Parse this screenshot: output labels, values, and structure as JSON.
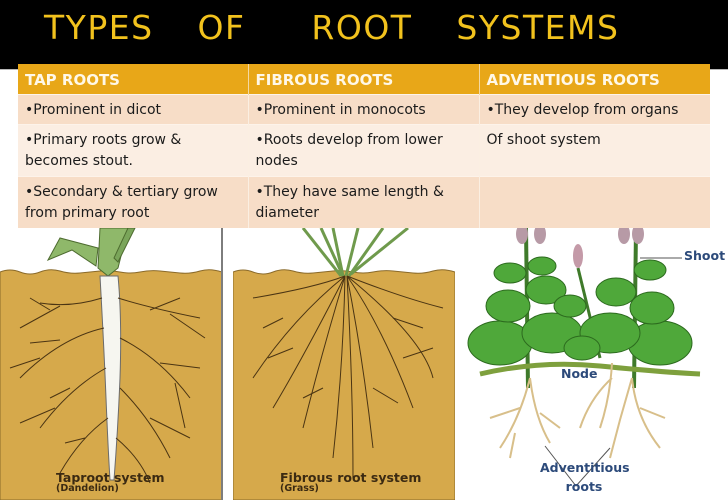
{
  "slide": {
    "title": "TYPES  OF   ROOT  SYSTEMS",
    "colors": {
      "title_band": "#000000",
      "title_text": "#f2c21d",
      "table_header": "#e8a718",
      "row_dark": "#f7ddc7",
      "row_light": "#fbeee3",
      "soil": "#d6a94b"
    }
  },
  "table": {
    "headers": [
      "TAP ROOTS",
      "FIBROUS ROOTS",
      "ADVENTIOUS ROOTS"
    ],
    "rows": [
      [
        "•Prominent in  dicot",
        "•Prominent in monocots",
        "•They develop from organs"
      ],
      [
        "•Primary roots grow  & becomes stout.",
        "•Roots develop from lower nodes",
        "Of shoot system"
      ],
      [
        "•Secondary & tertiary  grow from primary root",
        "•They have same length & diameter",
        ""
      ]
    ]
  },
  "figures": {
    "taproot": {
      "caption": "Taproot system",
      "subcaption": "(Dandelion)"
    },
    "fibrous": {
      "caption": "Fibrous root system",
      "subcaption": "(Grass)"
    },
    "adventitious": {
      "labels": {
        "shoot": "Shoot",
        "node": "Node",
        "roots_line1": "Adventitious",
        "roots_line2": "roots"
      }
    }
  }
}
